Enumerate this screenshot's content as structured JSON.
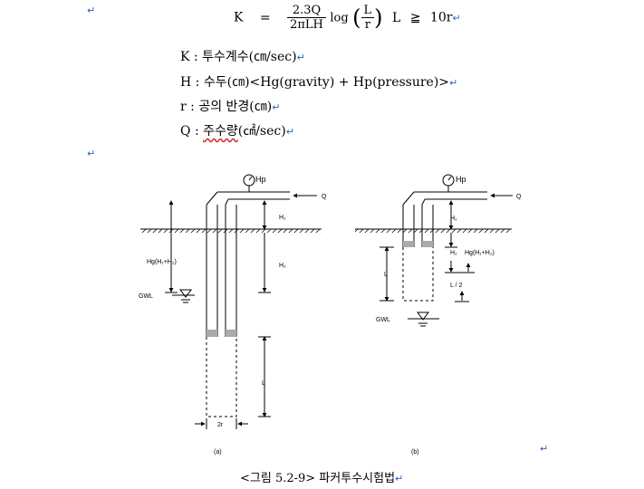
{
  "paragraph_mark": "↵",
  "formula": {
    "lhs": "K",
    "eq": "=",
    "numerator": "2.3Q",
    "denominator": "2πLH",
    "log": "log",
    "inner_num": "L",
    "inner_den": "r",
    "condition_var": "L",
    "condition_op": "≧",
    "condition_rhs": "10r"
  },
  "definitions": [
    {
      "sym": "K",
      "sep": ":",
      "text": "투수계수(㎝/sec)"
    },
    {
      "sym": "H",
      "sep": ":",
      "text": "수두(㎝)<Hg(gravity)  +  Hp(pressure)>"
    },
    {
      "sym": "r",
      "sep": ":",
      "text": "공의 반경(㎝)"
    },
    {
      "sym": "Q",
      "sep": ":",
      "text_underlined": "주수량",
      "text_rest": "(㎠/sec)"
    }
  ],
  "figure": {
    "left": {
      "hp": "Hp",
      "q": "Q",
      "h1": "H₁",
      "h2": "H₂",
      "hg": "Hg(H₁+H₂)",
      "gwl": "GWL",
      "l": "L",
      "two_r": "2r",
      "caption": "(a)"
    },
    "right": {
      "hp": "Hp",
      "q": "Q",
      "h1": "H₁",
      "h2": "H₂",
      "hg": "Hg(H₁+H₂)",
      "gwl": "GWL",
      "l": "L",
      "l_half": "L / 2",
      "caption": "(b)"
    }
  },
  "caption": "<그림  5.2-9>  파커투수시험법"
}
